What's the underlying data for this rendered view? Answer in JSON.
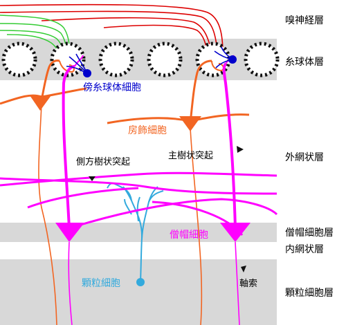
{
  "layers": {
    "olfactory_nerve_layer": "嗅神経層",
    "glomerular_layer": "糸球体層",
    "external_plexiform_layer": "外網状層",
    "mitral_cell_layer": "僧帽細胞層",
    "internal_plexiform_layer": "内網状層",
    "granule_cell_layer": "顆粒細胞層"
  },
  "cells": {
    "periglomerular": "傍糸球体細胞",
    "tufted": "房飾細胞",
    "mitral": "僧帽細胞",
    "granule": "顆粒細胞"
  },
  "structures": {
    "lateral_dendrite": "側方樹状突起",
    "primary_dendrite": "主樹状突起",
    "axon": "軸索"
  },
  "colors": {
    "mitral": "#ff00ff",
    "tufted": "#f26522",
    "granule": "#33aadd",
    "periglomerular": "#0000cc",
    "nerve_red": "#dd0000",
    "nerve_green": "#33cc33",
    "band": "#d8d8d8"
  }
}
